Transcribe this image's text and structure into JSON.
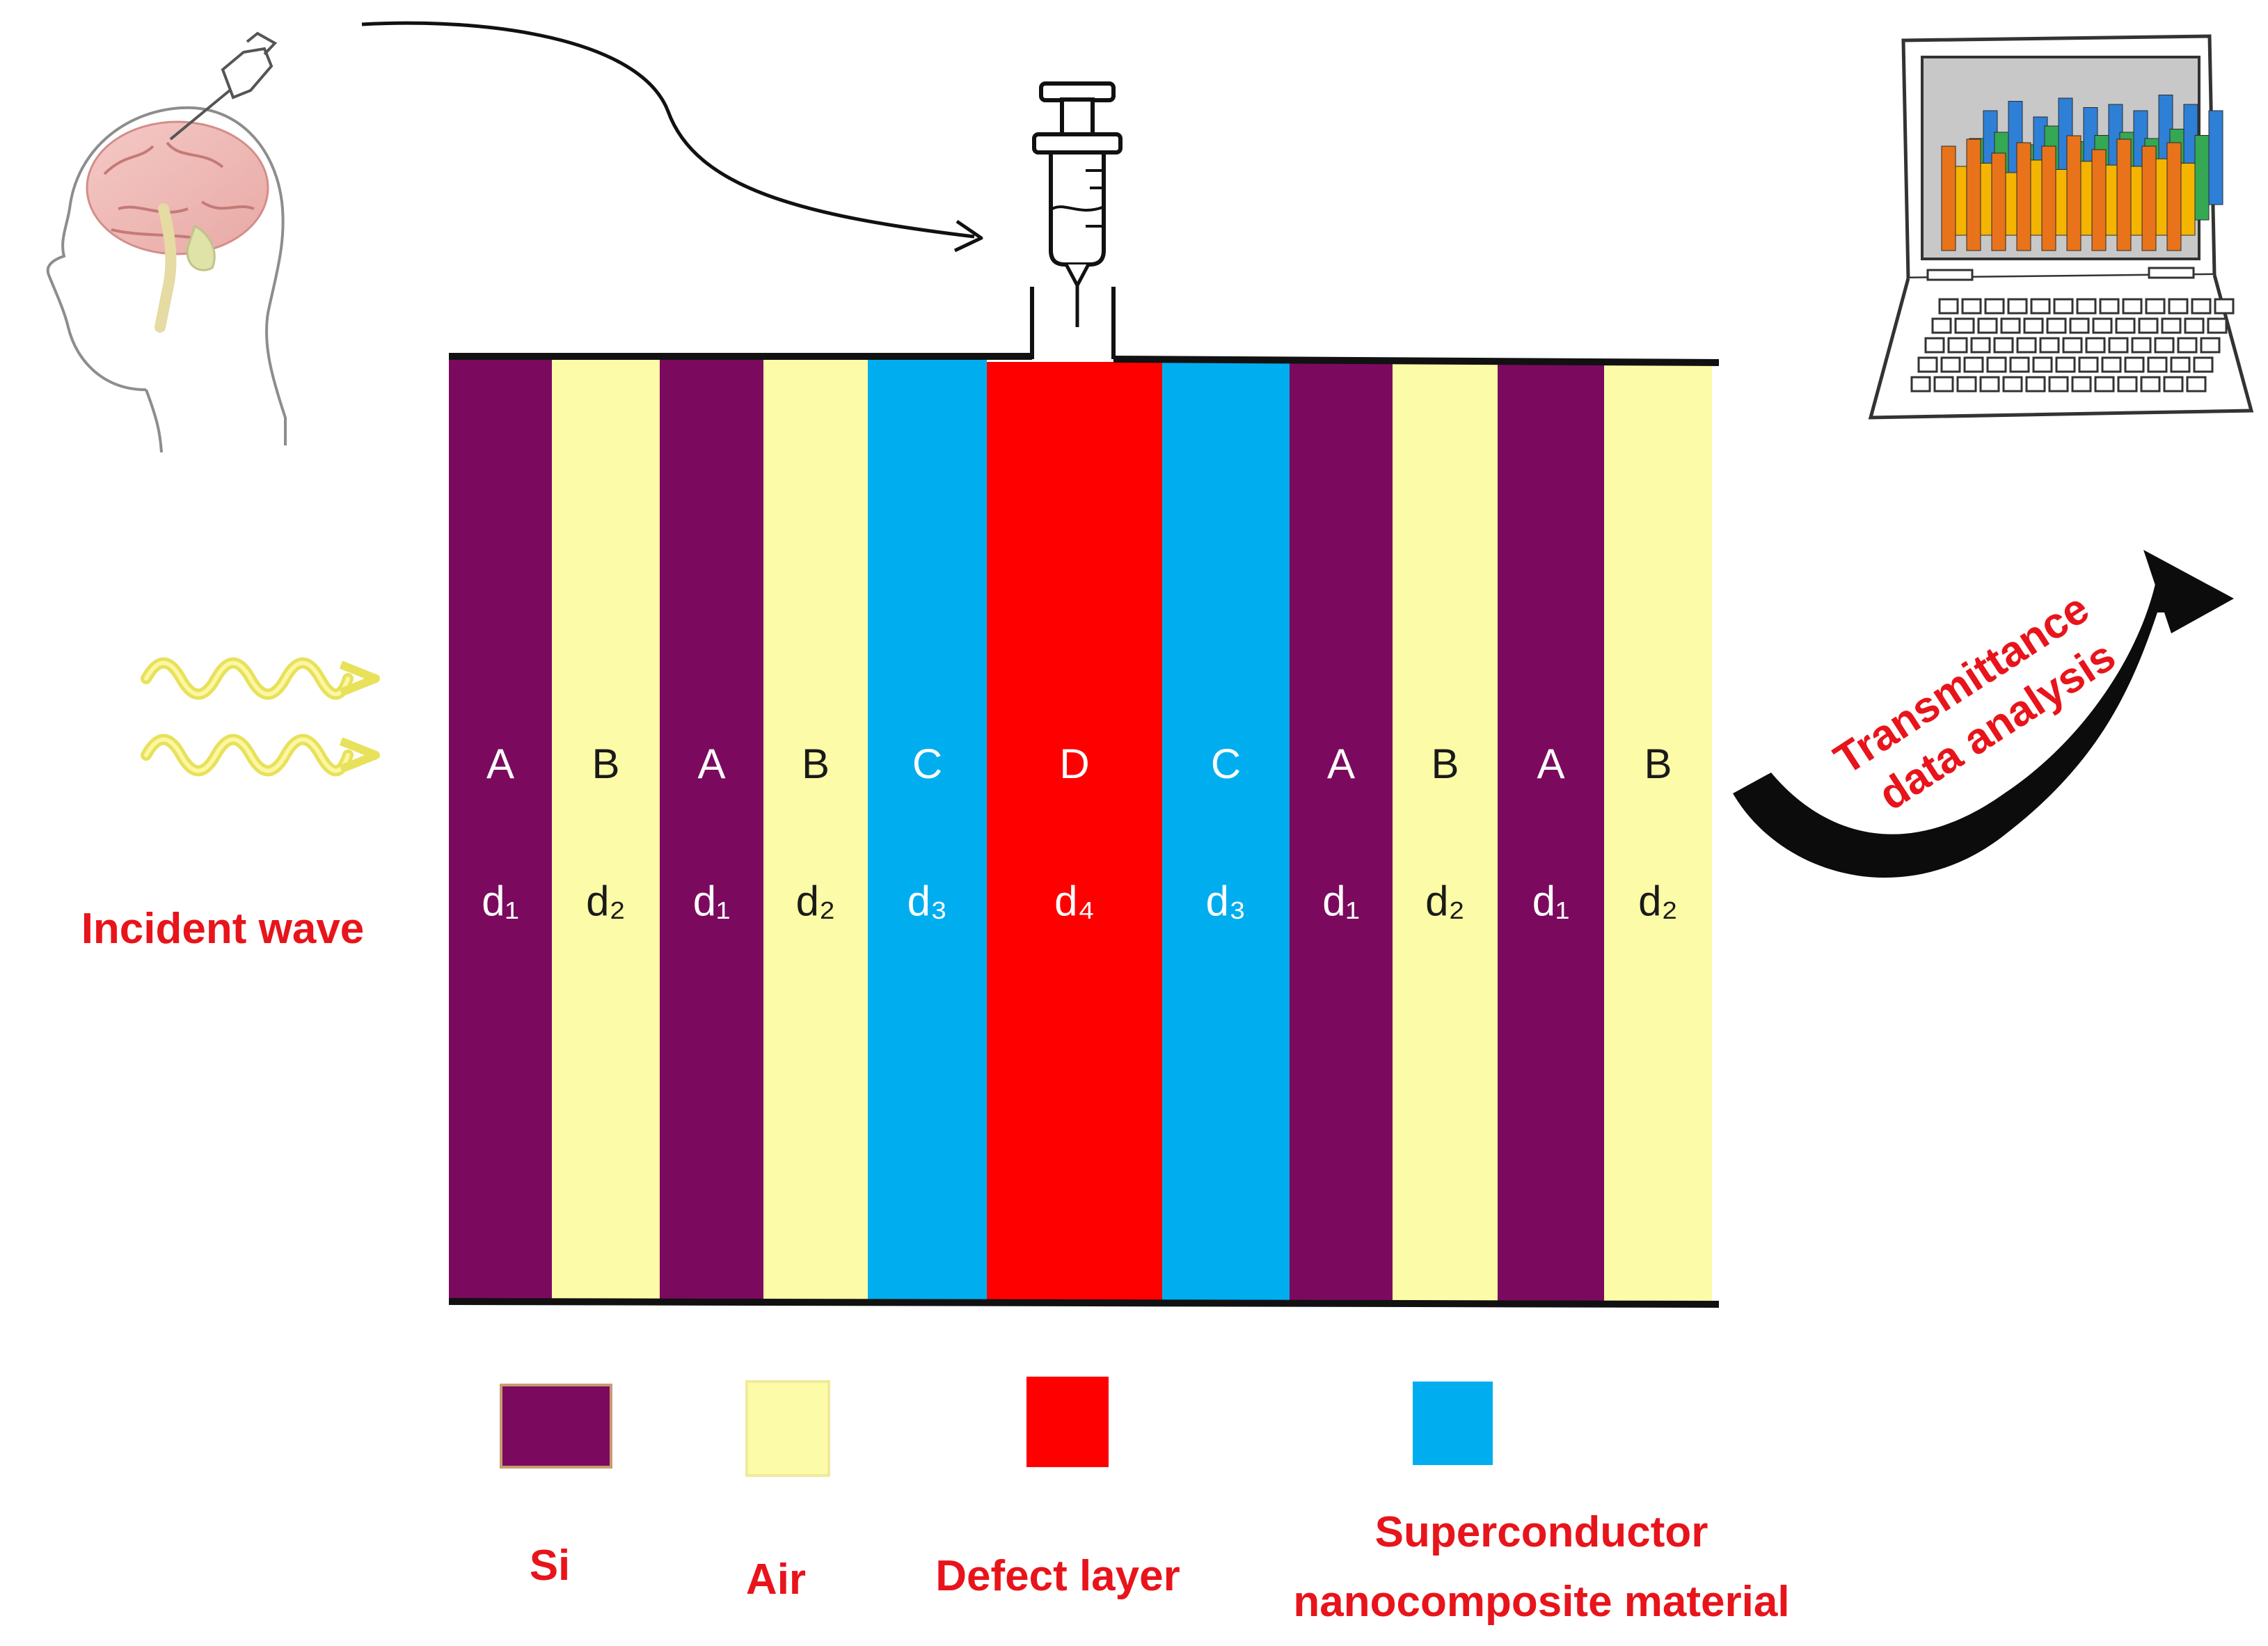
{
  "diagram": {
    "layers": [
      {
        "letter": "A",
        "thickness": "d₁",
        "material": "si"
      },
      {
        "letter": "B",
        "thickness": "d₂",
        "material": "air"
      },
      {
        "letter": "A",
        "thickness": "d₁",
        "material": "si"
      },
      {
        "letter": "B",
        "thickness": "d₂",
        "material": "air"
      },
      {
        "letter": "C",
        "thickness": "d₃",
        "material": "superconductor"
      },
      {
        "letter": "D",
        "thickness": "d₄",
        "material": "defect"
      },
      {
        "letter": "C",
        "thickness": "d₃",
        "material": "superconductor"
      },
      {
        "letter": "A",
        "thickness": "d₁",
        "material": "si"
      },
      {
        "letter": "B",
        "thickness": "d₂",
        "material": "air"
      },
      {
        "letter": "A",
        "thickness": "d₁",
        "material": "si"
      },
      {
        "letter": "B",
        "thickness": "d₂",
        "material": "air"
      }
    ],
    "materials": {
      "si": {
        "color": "#7b0a5f",
        "label_color": "#ffffff"
      },
      "air": {
        "color": "#fcfba7",
        "label_color": "#1a1a1a"
      },
      "superconductor": {
        "color": "#00aeef",
        "label_color": "#ffffff"
      },
      "defect": {
        "color": "#ff0000",
        "label_color": "#ffffff"
      }
    },
    "incident_wave_label": "Incident wave",
    "transmittance_label_line1": "Transmittance",
    "transmittance_label_line2": "data analysis",
    "legend": [
      {
        "material": "si",
        "label": "Si",
        "label2": ""
      },
      {
        "material": "air",
        "label": "Air",
        "label2": ""
      },
      {
        "material": "defect",
        "label": "Defect layer",
        "label2": ""
      },
      {
        "material": "superconductor",
        "label": "Superconductor",
        "label2": "nanocomposite material"
      }
    ],
    "label_color": "#e8141b",
    "icons": [
      "brain-head-icon",
      "syringe-icon",
      "laptop-chart-icon",
      "wave-icon",
      "curved-arrow-icon"
    ]
  }
}
